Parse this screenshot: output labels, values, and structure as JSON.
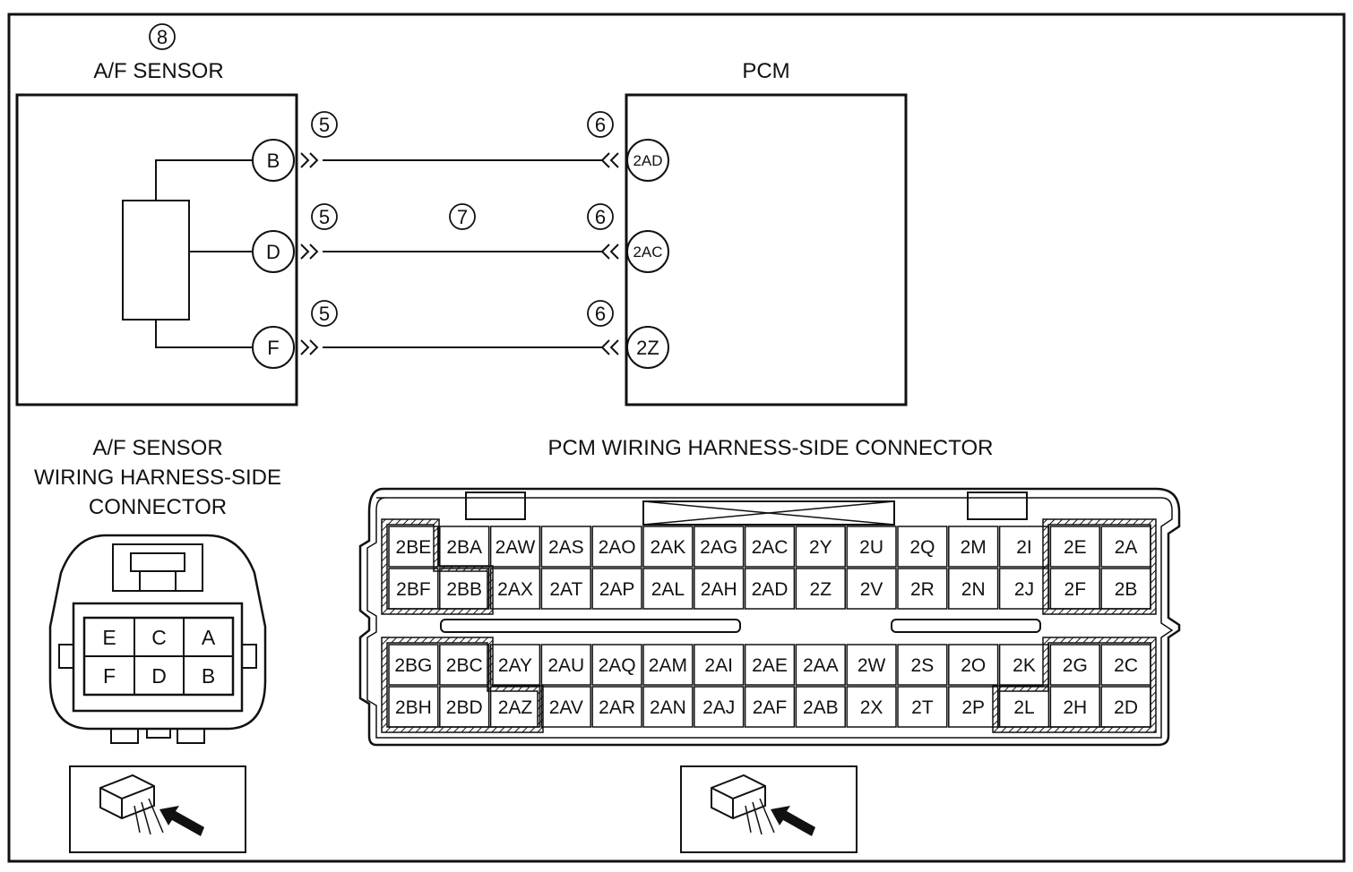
{
  "sensor": {
    "ref_number": "8",
    "title": "A/F SENSOR",
    "pins": [
      "B",
      "D",
      "F"
    ]
  },
  "pcm": {
    "title": "PCM",
    "pins": [
      "2AD",
      "2AC",
      "2Z"
    ]
  },
  "wire_refs": {
    "sensor_side_connector": "5",
    "pcm_side_connector": "6",
    "harness": "7"
  },
  "af_connector": {
    "title_lines": [
      "A/F SENSOR",
      "WIRING HARNESS-SIDE",
      "CONNECTOR"
    ],
    "rows": [
      [
        "E",
        "C",
        "A"
      ],
      [
        "F",
        "D",
        "B"
      ]
    ]
  },
  "pcm_connector": {
    "title": "PCM WIRING HARNESS-SIDE CONNECTOR",
    "top_block": [
      [
        "2BE",
        "2BA",
        "2AW",
        "2AS",
        "2AO",
        "2AK",
        "2AG",
        "2AC",
        "2Y",
        "2U",
        "2Q",
        "2M",
        "2I",
        "2E",
        "2A"
      ],
      [
        "2BF",
        "2BB",
        "2AX",
        "2AT",
        "2AP",
        "2AL",
        "2AH",
        "2AD",
        "2Z",
        "2V",
        "2R",
        "2N",
        "2J",
        "2F",
        "2B"
      ]
    ],
    "bottom_block": [
      [
        "2BG",
        "2BC",
        "2AY",
        "2AU",
        "2AQ",
        "2AM",
        "2AI",
        "2AE",
        "2AA",
        "2W",
        "2S",
        "2O",
        "2K",
        "2G",
        "2C"
      ],
      [
        "2BH",
        "2BD",
        "2AZ",
        "2AV",
        "2AR",
        "2AN",
        "2AJ",
        "2AF",
        "2AB",
        "2X",
        "2T",
        "2P",
        "2L",
        "2H",
        "2D"
      ]
    ]
  },
  "icons": {
    "view_indicator": "connector-view-arrow-icon"
  }
}
